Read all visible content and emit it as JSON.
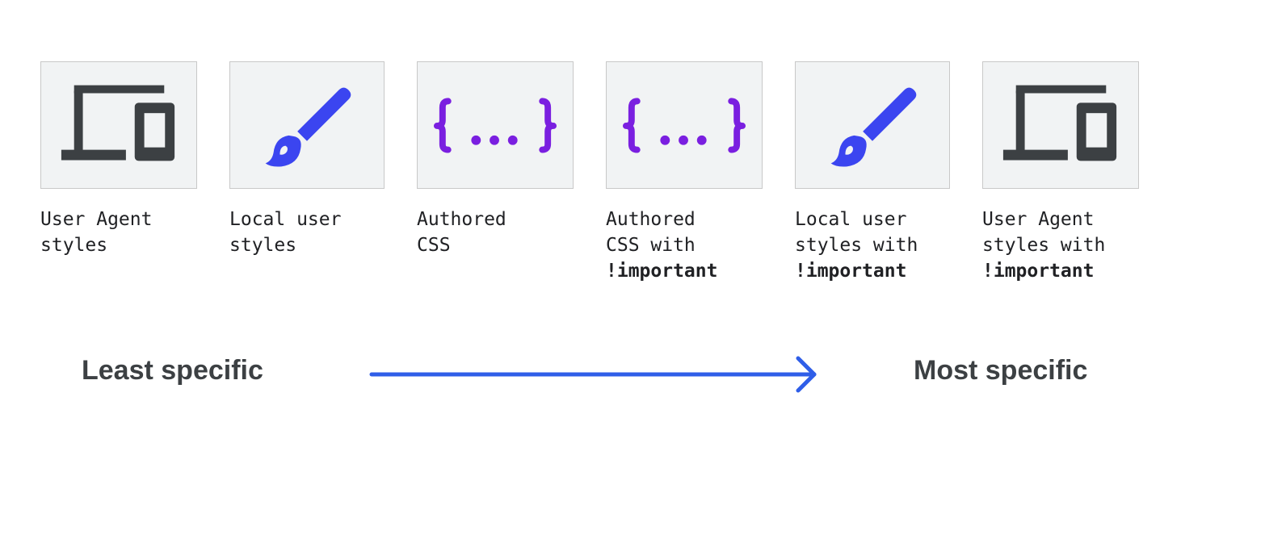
{
  "colors": {
    "device": "#3c4043",
    "brush": "#3b45f0",
    "braces": "#7a1fe0",
    "arrow": "#2f5ee8",
    "box_bg": "#f1f3f4",
    "box_border": "#c8c8c8"
  },
  "cards": [
    {
      "icon": "devices-icon",
      "lines": [
        "User Agent",
        "styles"
      ],
      "emphasis": ""
    },
    {
      "icon": "paintbrush-icon",
      "lines": [
        "Local user",
        "styles"
      ],
      "emphasis": ""
    },
    {
      "icon": "curly-braces-icon",
      "lines": [
        "Authored",
        "CSS"
      ],
      "emphasis": ""
    },
    {
      "icon": "curly-braces-icon",
      "lines": [
        "Authored",
        "CSS with"
      ],
      "emphasis": "!important"
    },
    {
      "icon": "paintbrush-icon",
      "lines": [
        "Local user",
        "styles with"
      ],
      "emphasis": "!important"
    },
    {
      "icon": "devices-icon",
      "lines": [
        "User Agent",
        "styles with"
      ],
      "emphasis": "!important"
    }
  ],
  "scale": {
    "least": "Least specific",
    "most": "Most specific"
  }
}
